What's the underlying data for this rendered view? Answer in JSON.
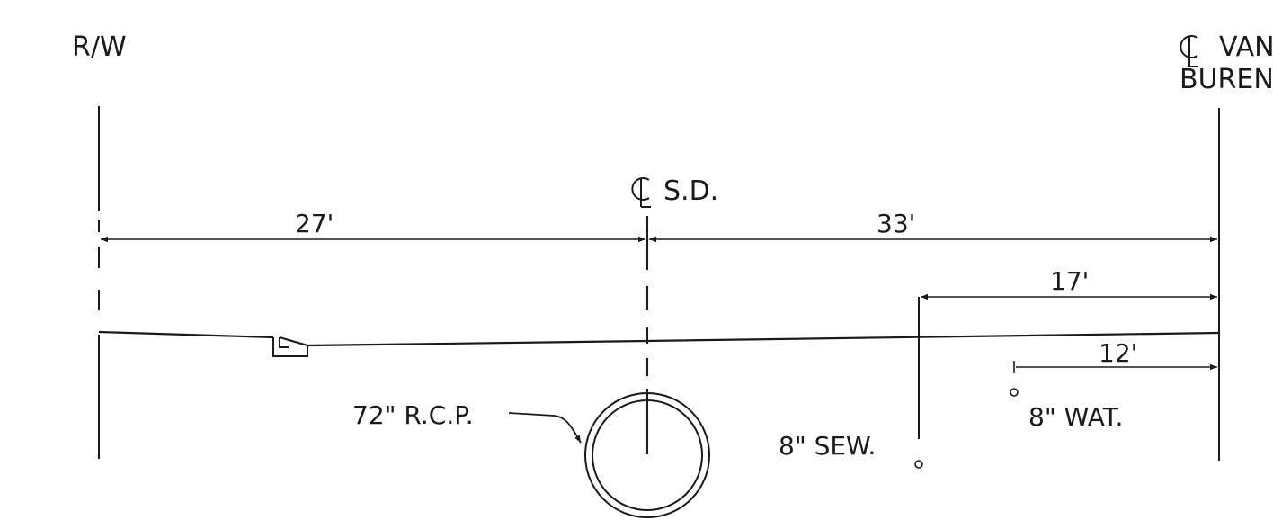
{
  "labels": {
    "rw": "R/W",
    "cl_van_line1": "VAN",
    "cl_van_line2": "BUREN",
    "cl_sd": "S.D.",
    "pipe_72": "72\" R.C.P.",
    "sewer_8": "8\" SEW.",
    "water_8": "8\" WAT."
  },
  "dimensions": {
    "rw_to_sd": "27'",
    "sd_to_van": "33'",
    "sewer_to_van": "17'",
    "water_to_van": "12'"
  },
  "colors": {
    "ink": "#1a1a1a",
    "background": "#ffffff"
  }
}
